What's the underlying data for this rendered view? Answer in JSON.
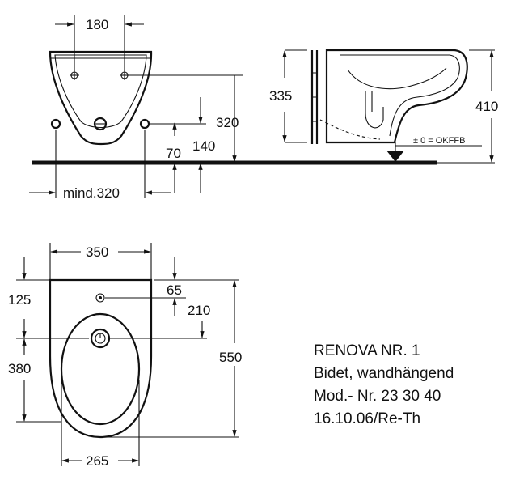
{
  "views": {
    "front": {
      "dim_top": "180",
      "dim_320": "320",
      "dim_140": "140",
      "dim_70": "70",
      "dim_min": "mind.320"
    },
    "side": {
      "dim_335": "335",
      "dim_410": "410",
      "floor_ref": "± 0 = OKFFB"
    },
    "top": {
      "dim_350": "350",
      "dim_125": "125",
      "dim_65": "65",
      "dim_210": "210",
      "dim_380": "380",
      "dim_550": "550",
      "dim_265": "265"
    }
  },
  "title_block": {
    "line1": "RENOVA NR. 1",
    "line2": "Bidet, wandhängend",
    "line3": "Mod.- Nr. 23 30 40",
    "line4": "16.10.06/Re-Th"
  }
}
